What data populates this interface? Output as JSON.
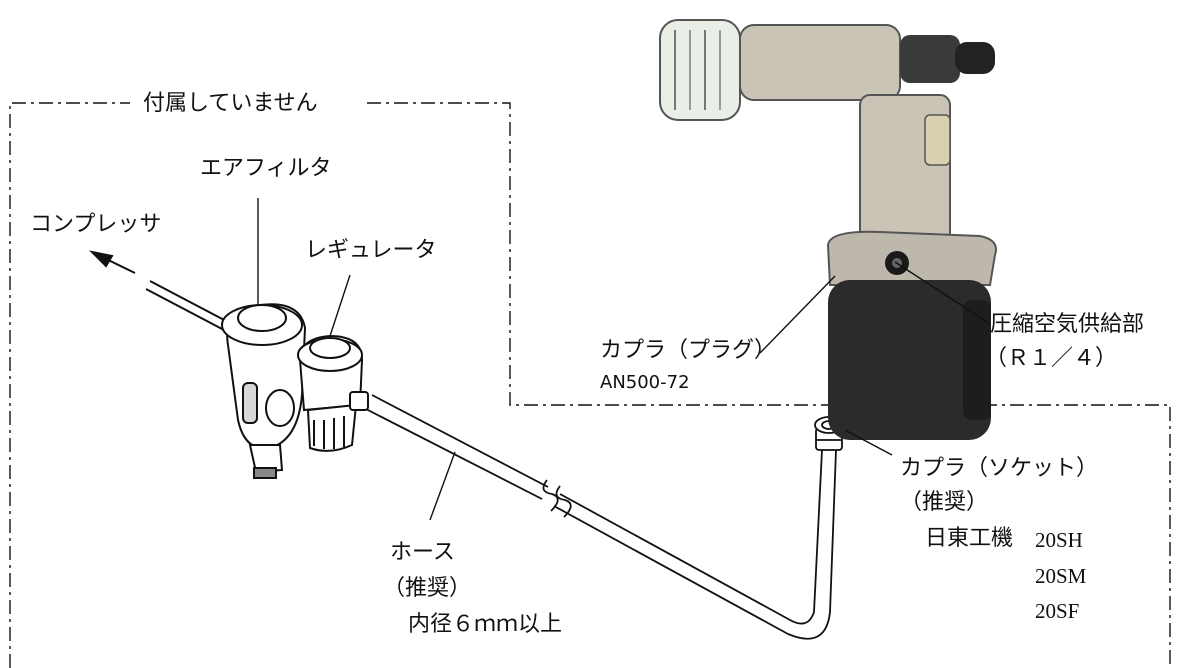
{
  "labels": {
    "not_included": "付属していません",
    "air_filter": "エアフィルタ",
    "compressor": "コンプレッサ",
    "regulator": "レギュレータ",
    "coupler_plug": "カプラ（プラグ）",
    "coupler_plug_model": "AN500-72",
    "supply_port": "圧縮空気供給部",
    "supply_port_size": "（Ｒ１／４）",
    "coupler_socket": "カプラ（ソケット）",
    "coupler_socket_recommended": "（推奨）",
    "socket_maker": "日東工機",
    "socket_models": [
      "20SH",
      "20SM",
      "20SF"
    ],
    "hose": "ホース",
    "hose_recommended": "（推奨）",
    "hose_spec": "内径６ｍｍ以上"
  },
  "colors": {
    "line": "#111111",
    "tool_body": "#c9c4b6",
    "tool_base": "#2b2b2b",
    "glass": "#e9efe6"
  }
}
